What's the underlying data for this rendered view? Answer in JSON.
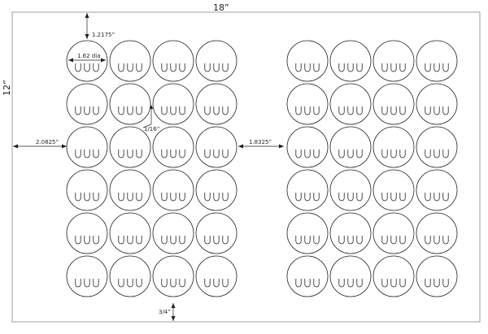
{
  "dimensions": {
    "sheet_width": "18”",
    "sheet_height": "12”",
    "top_margin": "1.2175”",
    "circle_diameter": "1.62 dia",
    "gap": "1/16”",
    "left_margin": "2.0825”",
    "center_gap": "1.8325”",
    "bottom_margin": "3/4”"
  },
  "layout": {
    "panels": 2,
    "columns_per_panel": 4,
    "rows_per_panel": 6,
    "slits_per_circle": 3
  },
  "colors": {
    "line": "#231f20",
    "background": "#ffffff"
  }
}
